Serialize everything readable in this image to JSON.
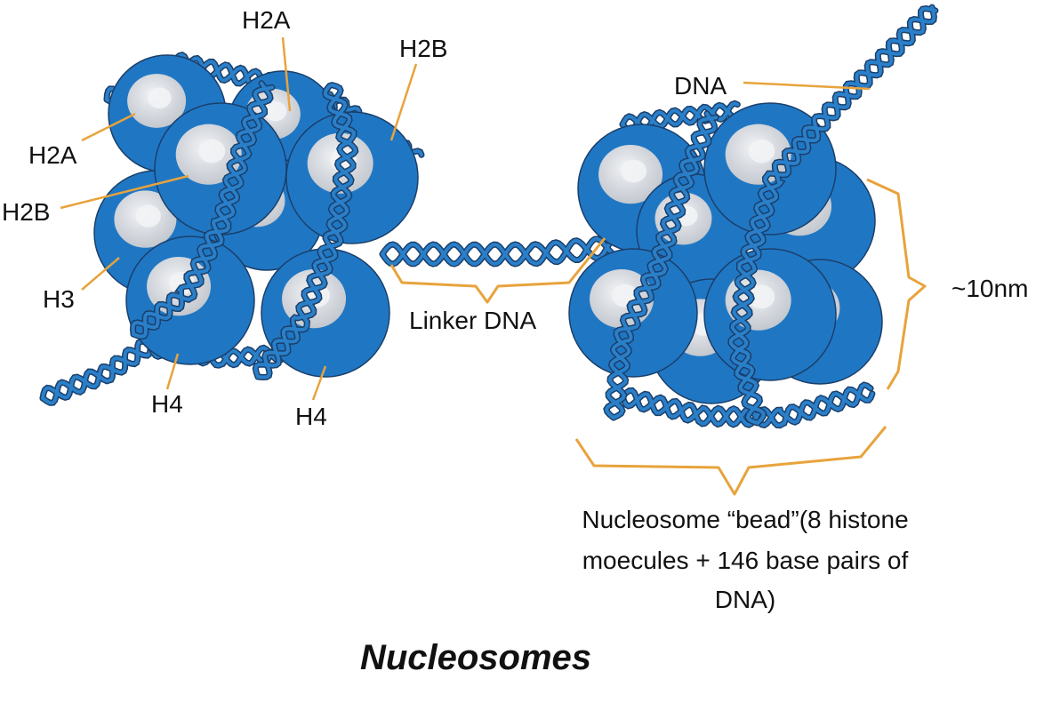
{
  "labels": {
    "h2a_top": "H2A",
    "h2b_top": "H2B",
    "h2a_left": "H2A",
    "h2b_left": "H2B",
    "h3": "H3",
    "h4_left": "H4",
    "h4_right": "H4",
    "dna": "DNA",
    "linker_dna": "Linker DNA",
    "size": "~10nm",
    "bead_line1": "Nucleosome “bead”(8 histone",
    "bead_line2": "moecules + 146 base pairs of",
    "bead_line3": "DNA)"
  },
  "title": "Nucleosomes",
  "colors": {
    "histone_blue": "#1f77c4",
    "histone_dark": "#155a99",
    "histone_core": "#d8dce2",
    "histone_highlight": "#f2f3f5",
    "dna_strand": "#2a7fc9",
    "dna_dark": "#1b3f6a",
    "leader": "#e8a33c"
  }
}
